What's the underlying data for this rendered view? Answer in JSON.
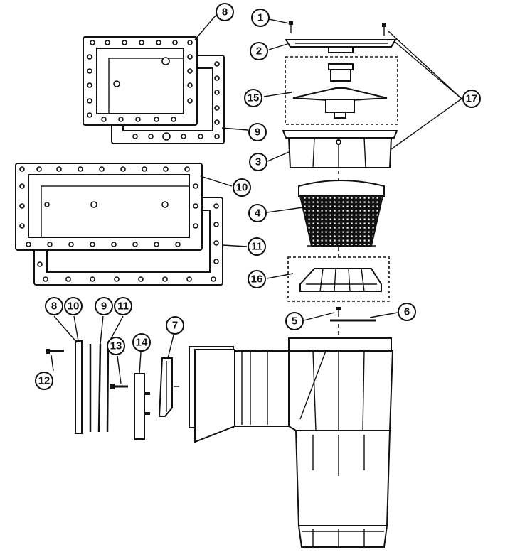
{
  "callouts": [
    {
      "id": "c1",
      "label": "1"
    },
    {
      "id": "c2",
      "label": "2"
    },
    {
      "id": "c3",
      "label": "3"
    },
    {
      "id": "c4",
      "label": "4"
    },
    {
      "id": "c5",
      "label": "5"
    },
    {
      "id": "c6",
      "label": "6"
    },
    {
      "id": "c7",
      "label": "7"
    },
    {
      "id": "c8",
      "label": "8"
    },
    {
      "id": "c9",
      "label": "9"
    },
    {
      "id": "c10",
      "label": "10"
    },
    {
      "id": "c11",
      "label": "11"
    },
    {
      "id": "c12",
      "label": "12"
    },
    {
      "id": "c13",
      "label": "13"
    },
    {
      "id": "c14",
      "label": "14"
    },
    {
      "id": "c15",
      "label": "15"
    },
    {
      "id": "c16",
      "label": "16"
    },
    {
      "id": "c17",
      "label": "17"
    },
    {
      "id": "c8b",
      "label": "8"
    },
    {
      "id": "c10b",
      "label": "10"
    },
    {
      "id": "c9b",
      "label": "9"
    },
    {
      "id": "c11b",
      "label": "11"
    }
  ]
}
